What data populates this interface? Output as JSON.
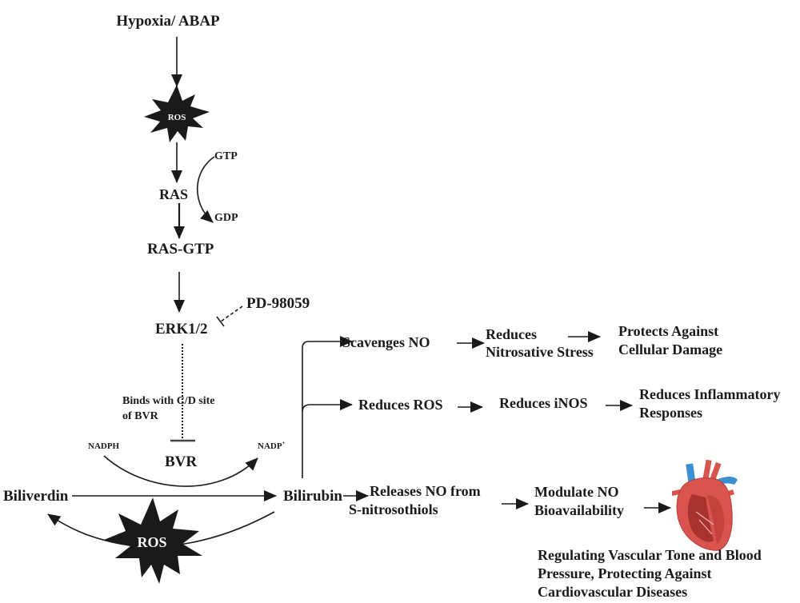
{
  "diagram": {
    "nodes": {
      "hypoxia": "Hypoxia/ ABAP",
      "ros_top": "ROS",
      "gtp": "GTP",
      "ras": "RAS",
      "gdp": "GDP",
      "ras_gtp": "RAS-GTP",
      "pd98059": "PD-98059",
      "erk": "ERK1/2",
      "binds_line1": "Binds with C/D  site",
      "binds_line2": "of BVR",
      "nadph": "NADPH",
      "bvr": "BVR",
      "nadp": "NADP",
      "nadp_sup": "+",
      "biliverdin": "Biliverdin",
      "bilirubin": "Bilirubin",
      "ros_bottom": "ROS",
      "scavenges_no": "Scavenges NO",
      "reduces_nitro_l1": "Reduces",
      "reduces_nitro_l2": "Nitrosative Stress",
      "protects_l1": "Protects Against",
      "protects_l2": "Cellular Damage",
      "reduces_ros": "Reduces ROS",
      "reduces_inos": "Reduces iNOS",
      "inflam_l1": "Reduces Inflammatory",
      "inflam_l2": "Responses",
      "releases_l1": "Releases NO from",
      "releases_l2": "S-nitrosothiols",
      "modulate_l1": "Modulate NO",
      "modulate_l2": "Bioavailability",
      "outcome_l1": "Regulating Vascular Tone and Blood",
      "outcome_l2": "Pressure,  Protecting Against",
      "outcome_l3": "Cardiovascular Diseases"
    },
    "icons": {
      "ros_burst": "starburst",
      "heart": "anatomical-heart-illustration"
    },
    "colors": {
      "ink": "#1a1a1a",
      "heart_red": "#d9534f",
      "heart_dark": "#a8322e",
      "vessel_blue": "#3b8fd0"
    }
  }
}
